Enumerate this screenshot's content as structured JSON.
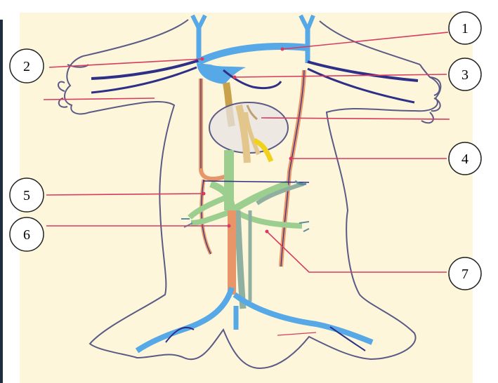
{
  "diagram": {
    "colors": {
      "background": "#fdf6da",
      "outline": "#5b5a86",
      "vein_blue": "#56a9e6",
      "vein_dark": "#2e2f86",
      "caval_orange": "#e8956a",
      "hepatic_green": "#9ccf8f",
      "yellow": "#f0d21a",
      "pointer_line": "#d83a62",
      "callout_border": "#222222"
    },
    "callouts": [
      {
        "id": "1",
        "label": "1"
      },
      {
        "id": "2",
        "label": "2"
      },
      {
        "id": "3",
        "label": "3"
      },
      {
        "id": "4",
        "label": "4"
      },
      {
        "id": "5",
        "label": "5"
      },
      {
        "id": "6",
        "label": "6"
      },
      {
        "id": "7",
        "label": "7"
      }
    ]
  }
}
